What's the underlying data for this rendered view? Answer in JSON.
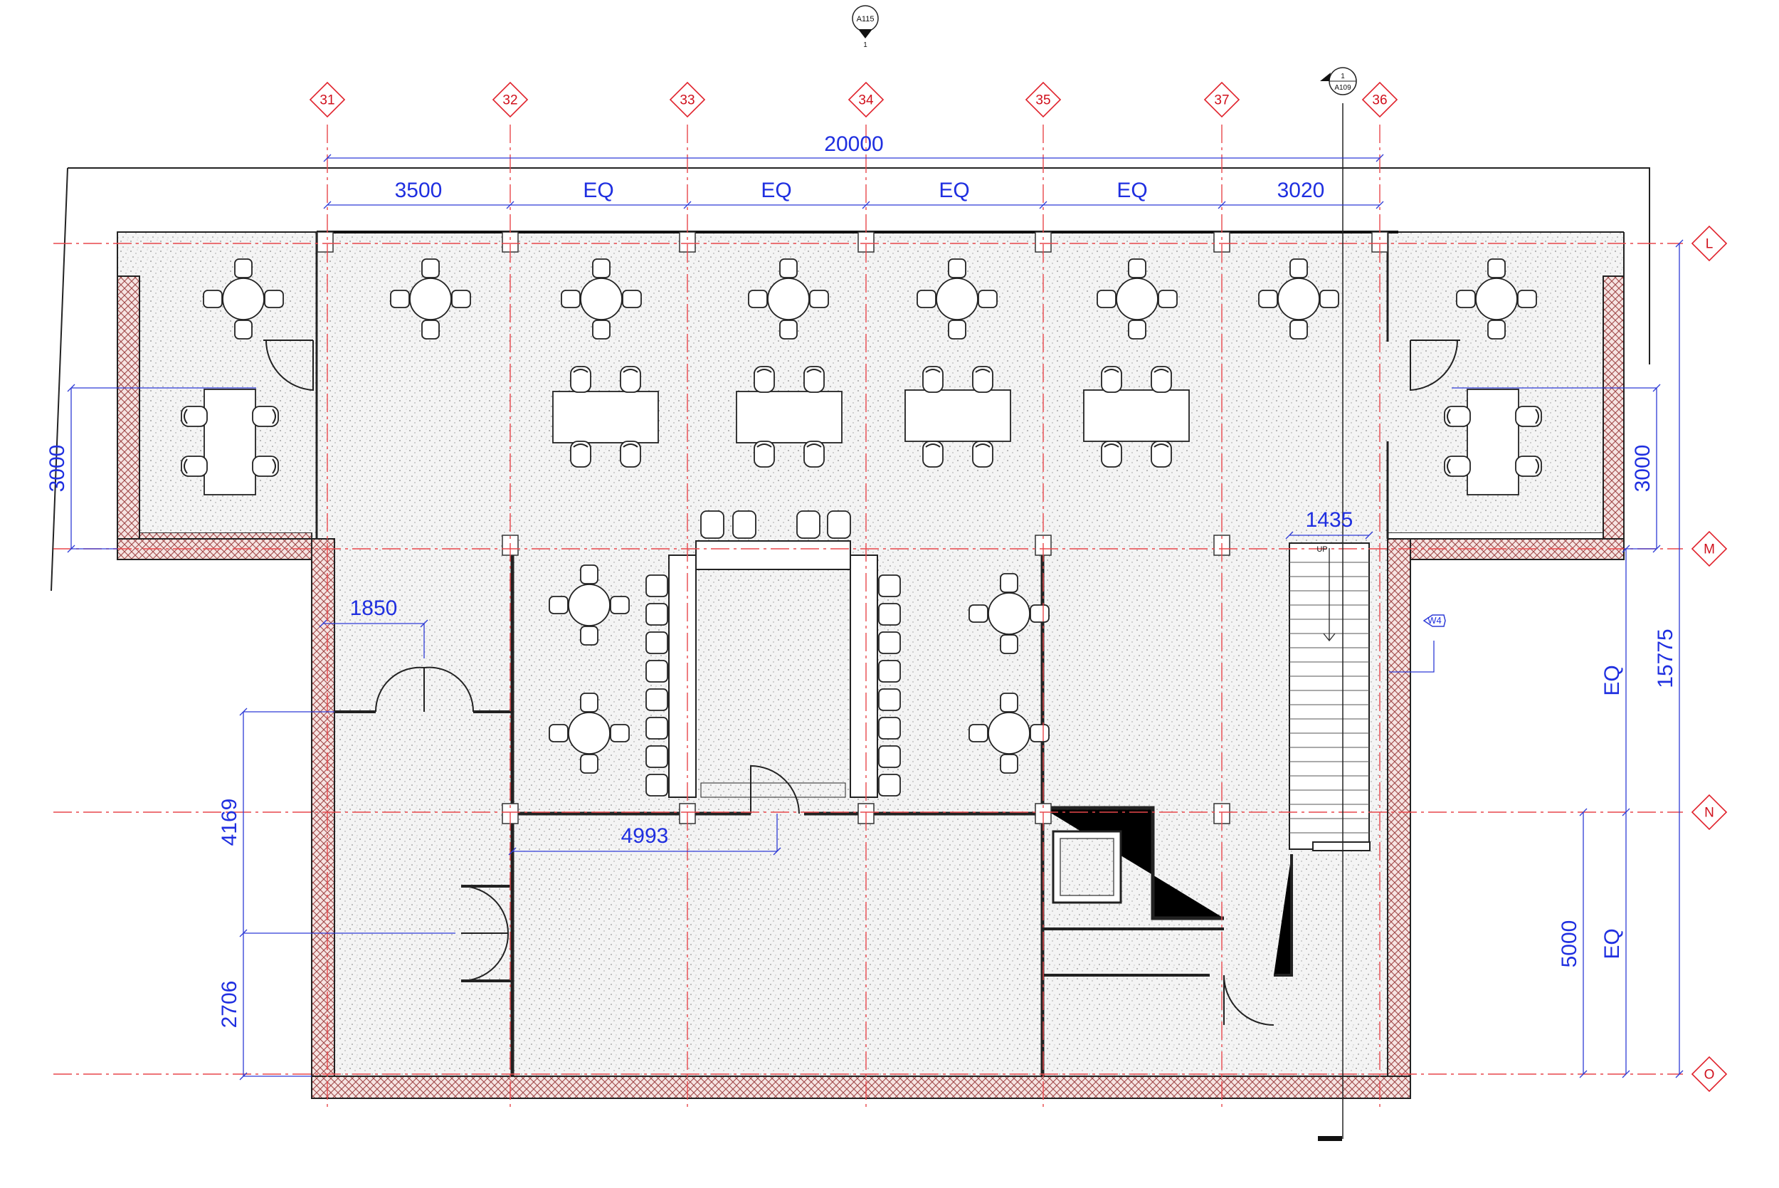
{
  "grid_columns": [
    {
      "id": "31"
    },
    {
      "id": "32"
    },
    {
      "id": "33"
    },
    {
      "id": "34"
    },
    {
      "id": "35"
    },
    {
      "id": "37"
    },
    {
      "id": "36"
    }
  ],
  "grid_rows": [
    {
      "id": "L"
    },
    {
      "id": "M"
    },
    {
      "id": "N"
    },
    {
      "id": "O"
    }
  ],
  "dimensions": {
    "overall_width": "20000",
    "bay_1": "3500",
    "bay_2": "EQ",
    "bay_3": "EQ",
    "bay_4": "EQ",
    "bay_5": "EQ",
    "bay_6": "3020",
    "left_wing_depth": "3000",
    "right_wing_depth": "3000",
    "stair_width": "1435",
    "door_offset": "1850",
    "left_span_upper": "4169",
    "left_span_lower": "2706",
    "corridor_length": "4993",
    "overall_depth": "15775",
    "eq_upper": "EQ",
    "eq_lower": "EQ",
    "lower_depth": "5000"
  },
  "section_marker_top": {
    "label": "A115",
    "number": "1"
  },
  "section_marker_right": {
    "number": "1",
    "sheet": "A109"
  },
  "stair_label": "UP",
  "window_tag": "W4",
  "colors": {
    "grid": "#e0202a",
    "dimension": "#1f2fe0",
    "wall": "#222222"
  }
}
